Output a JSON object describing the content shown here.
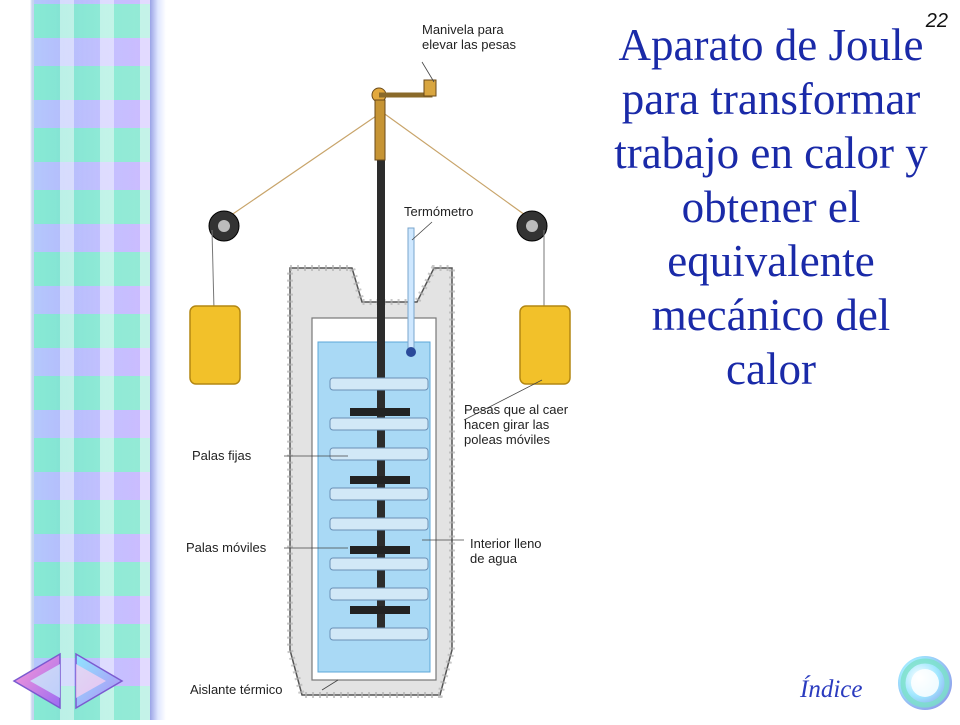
{
  "slide": {
    "title": "Aparato de Joule para transformar trabajo en calor y obtener el equivalente mecánico del calor",
    "page_number": "22",
    "index_label": "Índice"
  },
  "diagram": {
    "labels": {
      "crank": [
        "Manivela para",
        "elevar las pesas"
      ],
      "thermometer": "Termómetro",
      "weights": [
        "Pesas que al caer",
        "hacen girar las",
        "poleas móviles"
      ],
      "fixed_paddles": "Palas fijas",
      "moving_paddles": "Palas móviles",
      "water": [
        "Interior lleno",
        "de agua"
      ],
      "insulator": "Aislante térmico"
    }
  },
  "navigation": {
    "back_icon": "left-arrow-icon",
    "forward_icon": "right-arrow-icon",
    "index_icon": "ring-icon"
  },
  "colors": {
    "title": "#1a2aa8",
    "index": "#2a3bbf",
    "weights": "#f2c12a",
    "water": "#a9d9f5",
    "insulator": "#d9d9d9"
  }
}
